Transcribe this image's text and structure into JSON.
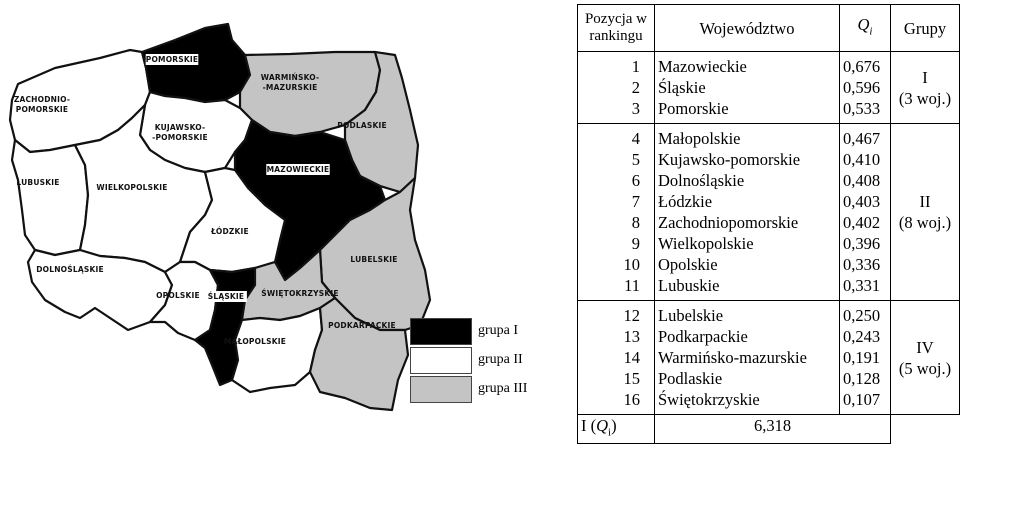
{
  "map": {
    "regions": [
      {
        "id": "pomorskie",
        "label": "POMORSKIE",
        "group": "I"
      },
      {
        "id": "zachodniopomorskie",
        "label_lines": [
          "ZACHODNIO-",
          "POMORSKIE"
        ],
        "group": "II"
      },
      {
        "id": "warminsko-mazurskie",
        "label_lines": [
          "WARMIŃSKO-",
          "-MAZURSKIE"
        ],
        "group": "III"
      },
      {
        "id": "podlaskie",
        "label": "PODLASKIE",
        "group": "III"
      },
      {
        "id": "kujawsko-pomorskie",
        "label_lines": [
          "KUJAWSKO-",
          "-POMORSKIE"
        ],
        "group": "II"
      },
      {
        "id": "mazowieckie",
        "label": "MAZOWIECKIE",
        "group": "I"
      },
      {
        "id": "lubuskie",
        "label": "LUBUSKIE",
        "group": "II"
      },
      {
        "id": "wielkopolskie",
        "label": "WIELKOPOLSKIE",
        "group": "II"
      },
      {
        "id": "lodzkie",
        "label": "ŁÓDZKIE",
        "group": "II"
      },
      {
        "id": "lubelskie",
        "label": "LUBELSKIE",
        "group": "III"
      },
      {
        "id": "dolnoslaskie",
        "label": "DOLNOŚLĄSKIE",
        "group": "II"
      },
      {
        "id": "opolskie",
        "label": "OPOLSKIE",
        "group": "II"
      },
      {
        "id": "slaskie",
        "label": "ŚLĄSKIE",
        "group": "I"
      },
      {
        "id": "swietokrzyskie",
        "label": "ŚWIĘTOKRZYSKIE",
        "group": "III"
      },
      {
        "id": "malopolskie",
        "label": "MAŁOPOLSKIE",
        "group": "II"
      },
      {
        "id": "podkarpackie",
        "label": "PODKARPACKIE",
        "group": "III"
      }
    ],
    "legend": [
      {
        "label": "grupa I",
        "color": "#000000"
      },
      {
        "label": "grupa II",
        "color": "#ffffff"
      },
      {
        "label": "grupa III",
        "color": "#c4c4c4"
      }
    ]
  },
  "table": {
    "headers": {
      "position": [
        "Pozycja w",
        "rankingu"
      ],
      "voivodeship": "Województwo",
      "q_symbol": "Q",
      "q_sub": "i",
      "groups": "Grupy"
    },
    "groups": [
      {
        "roman": "I",
        "count": "(3 woj.)",
        "rows": [
          {
            "pos": "1",
            "name": "Mazowieckie",
            "q": "0,676"
          },
          {
            "pos": "2",
            "name": "Śląskie",
            "q": "0,596"
          },
          {
            "pos": "3",
            "name": "Pomorskie",
            "q": "0,533"
          }
        ]
      },
      {
        "roman": "II",
        "count": "(8 woj.)",
        "rows": [
          {
            "pos": "4",
            "name": "Małopolskie",
            "q": "0,467"
          },
          {
            "pos": "5",
            "name": "Kujawsko-pomorskie",
            "q": "0,410"
          },
          {
            "pos": "6",
            "name": "Dolnośląskie",
            "q": "0,408"
          },
          {
            "pos": "7",
            "name": "Łódzkie",
            "q": "0,403"
          },
          {
            "pos": "8",
            "name": "Zachodniopomorskie",
            "q": "0,402"
          },
          {
            "pos": "9",
            "name": "Wielkopolskie",
            "q": "0,396"
          },
          {
            "pos": "10",
            "name": "Opolskie",
            "q": "0,336"
          },
          {
            "pos": "11",
            "name": "Lubuskie",
            "q": "0,331"
          }
        ]
      },
      {
        "roman": "IV",
        "count": "(5 woj.)",
        "rows": [
          {
            "pos": "12",
            "name": "Lubelskie",
            "q": "0,250"
          },
          {
            "pos": "13",
            "name": "Podkarpackie",
            "q": "0,243"
          },
          {
            "pos": "14",
            "name": "Warmińsko-mazurskie",
            "q": "0,191"
          },
          {
            "pos": "15",
            "name": "Podlaskie",
            "q": "0,128"
          },
          {
            "pos": "16",
            "name": "Świętokrzyskie",
            "q": "0,107"
          }
        ]
      }
    ],
    "summary": {
      "label_prefix": "I (",
      "label_symbol": "Q",
      "label_sub": "i",
      "label_suffix": ")",
      "value": "6,318"
    }
  }
}
